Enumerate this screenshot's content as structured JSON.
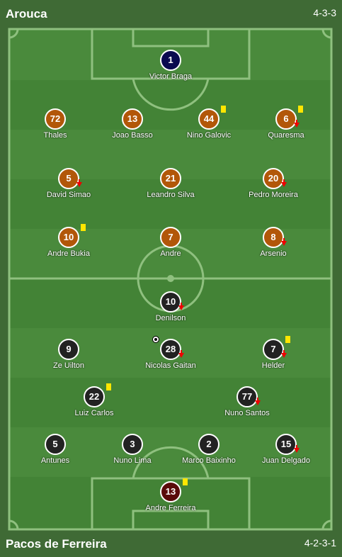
{
  "home": {
    "name": "Arouca",
    "formation": "4-3-3",
    "players": [
      {
        "number": "1",
        "name": "Victor Braga",
        "gk": true
      },
      {
        "number": "72",
        "name": "Thales"
      },
      {
        "number": "13",
        "name": "Joao Basso"
      },
      {
        "number": "44",
        "name": "Nino Galovic",
        "yellow": true
      },
      {
        "number": "6",
        "name": "Quaresma",
        "yellow": true,
        "sub": true
      },
      {
        "number": "5",
        "name": "David Simao",
        "sub": true
      },
      {
        "number": "21",
        "name": "Leandro Silva"
      },
      {
        "number": "20",
        "name": "Pedro Moreira",
        "sub": true
      },
      {
        "number": "10",
        "name": "Andre Bukia",
        "yellow": true
      },
      {
        "number": "7",
        "name": "Andre"
      },
      {
        "number": "8",
        "name": "Arsenio",
        "sub": true
      }
    ]
  },
  "away": {
    "name": "Pacos de Ferreira",
    "formation": "4-2-3-1",
    "players": [
      {
        "number": "10",
        "name": "Denilson",
        "sub": true
      },
      {
        "number": "9",
        "name": "Ze Uilton"
      },
      {
        "number": "28",
        "name": "Nicolas Gaitan",
        "sub": true,
        "goal": true
      },
      {
        "number": "7",
        "name": "Helder",
        "yellow": true,
        "sub": true
      },
      {
        "number": "22",
        "name": "Luiz Carlos",
        "yellow": true
      },
      {
        "number": "77",
        "name": "Nuno Santos",
        "sub": true
      },
      {
        "number": "5",
        "name": "Antunes"
      },
      {
        "number": "3",
        "name": "Nuno Lima"
      },
      {
        "number": "2",
        "name": "Marco Baixinho"
      },
      {
        "number": "15",
        "name": "Juan Delgado",
        "sub": true
      },
      {
        "number": "13",
        "name": "Andre Ferreira",
        "gk": true,
        "yellow": true
      }
    ]
  }
}
